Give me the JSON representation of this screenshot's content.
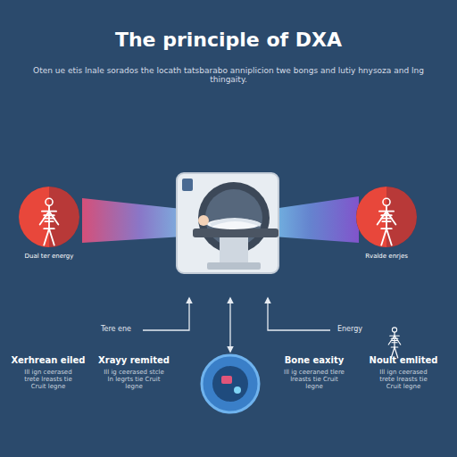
{
  "diagram": {
    "title": "The principle of DXA",
    "nodes": [
      {
        "text": [
          "Dual ter energy"
        ]
      },
      {
        "text": [
          "Rvalde enrjes"
        ]
      }
    ],
    "labels": [
      "Oten ue etis lnale sorados the locath tatsbarabo anniplicion twe bongs and lutiy hnysoza and lng thingaity.",
      "Tere ene",
      "Energy",
      "Xerhrean eiled",
      "Ill ign ceerased trete lreasts tie Cruit legne",
      "Xrayy remited",
      "Ill ig ceerased stcle ln legrts tie Cruit legne",
      "Bone eaxity",
      "Ill ig ceeraned tlere lreasts tie Cruit legne",
      "Noult emlited",
      "Ill ign ceerased trete lreasts tie Cruit legne"
    ]
  }
}
